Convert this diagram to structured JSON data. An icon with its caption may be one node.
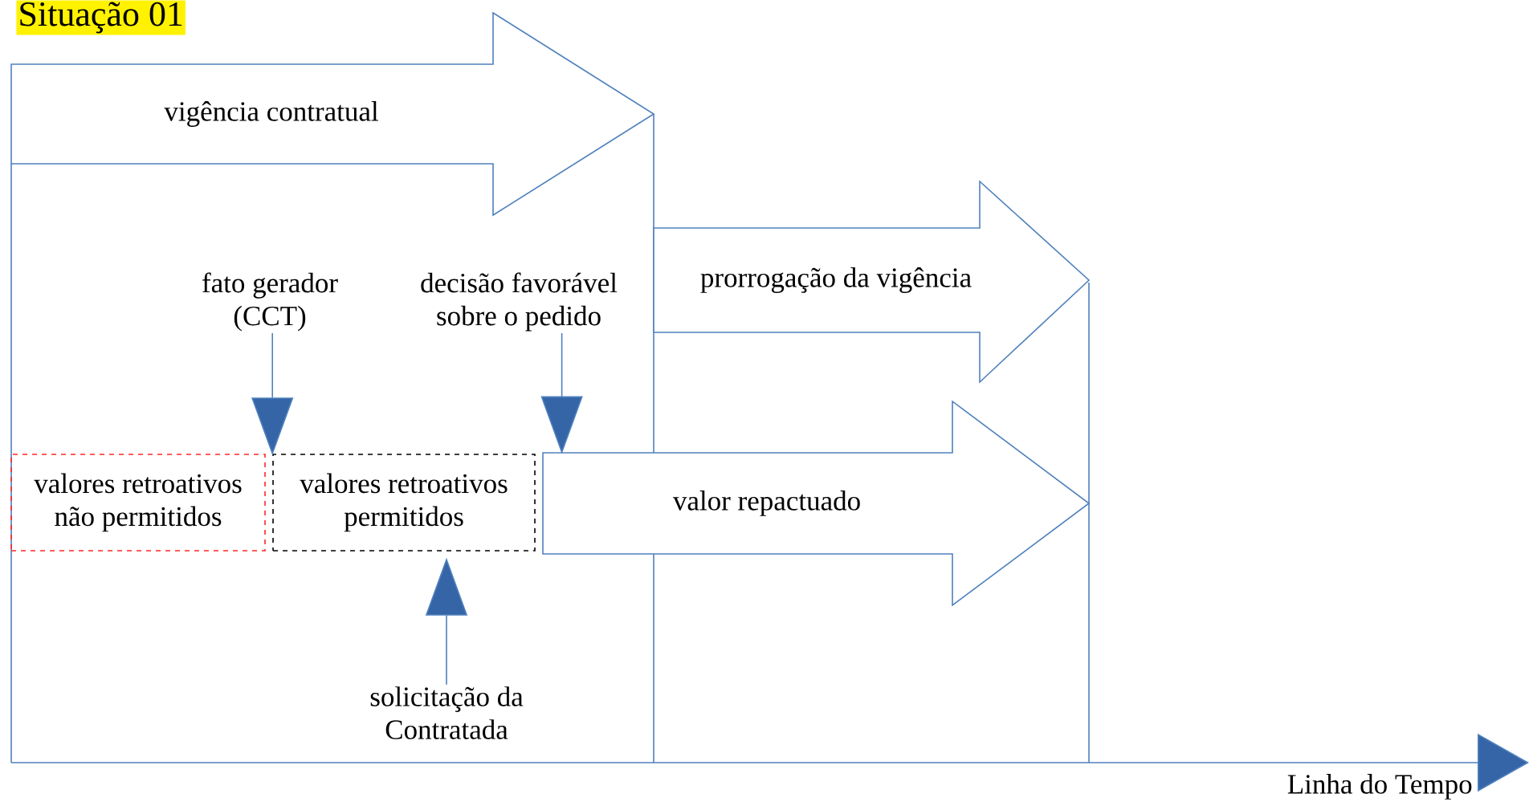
{
  "diagram": {
    "title": "Situação 01",
    "nodes": [
      {
        "text": [
          "vigência contratual"
        ]
      },
      {
        "text": [
          "prorrogação da vigência"
        ]
      },
      {
        "text": [
          "valor repactuado"
        ]
      },
      {
        "text": [
          "fato gerador (CCT)"
        ]
      },
      {
        "text": [
          "decisão favorável sobre o pedido"
        ]
      },
      {
        "text": [
          "valores retroativos não permitidos"
        ]
      },
      {
        "text": [
          "valores retroativos permitidos"
        ]
      },
      {
        "text": [
          "solicitação da Contratada"
        ]
      }
    ],
    "edges": [
      {
        "from": 3,
        "to": 6,
        "arrow": "to"
      },
      {
        "from": 4,
        "to": 2,
        "arrow": "to"
      },
      {
        "from": 7,
        "to": 6,
        "arrow": "to"
      }
    ],
    "labels": [
      "Linha do Tempo"
    ]
  }
}
